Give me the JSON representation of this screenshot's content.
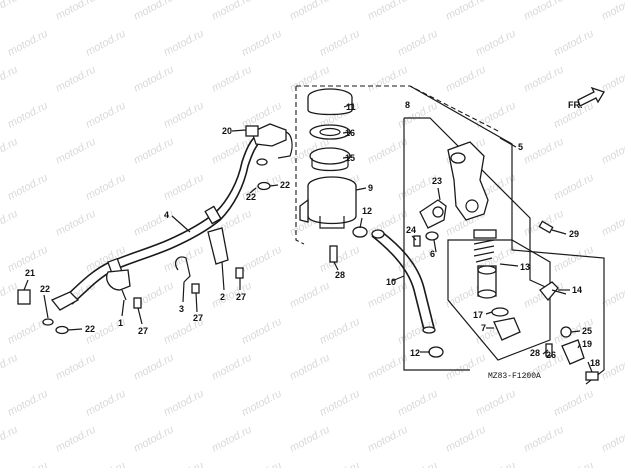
{
  "watermark": "motod.ru",
  "diagram_code": "MZ83-F1200A",
  "direction_label": "FR.",
  "callouts": [
    {
      "id": "c1",
      "text": "1"
    },
    {
      "id": "c2",
      "text": "2"
    },
    {
      "id": "c3",
      "text": "3"
    },
    {
      "id": "c4",
      "text": "4"
    },
    {
      "id": "c5",
      "text": "5"
    },
    {
      "id": "c6",
      "text": "6"
    },
    {
      "id": "c7",
      "text": "7"
    },
    {
      "id": "c8",
      "text": "8"
    },
    {
      "id": "c9",
      "text": "9"
    },
    {
      "id": "c10",
      "text": "10"
    },
    {
      "id": "c11",
      "text": "11"
    },
    {
      "id": "c12a",
      "text": "12"
    },
    {
      "id": "c12b",
      "text": "12"
    },
    {
      "id": "c13",
      "text": "13"
    },
    {
      "id": "c14",
      "text": "14"
    },
    {
      "id": "c15",
      "text": "15"
    },
    {
      "id": "c16",
      "text": "16"
    },
    {
      "id": "c17",
      "text": "17"
    },
    {
      "id": "c18",
      "text": "18"
    },
    {
      "id": "c19",
      "text": "19"
    },
    {
      "id": "c20",
      "text": "20"
    },
    {
      "id": "c21",
      "text": "21"
    },
    {
      "id": "c22a",
      "text": "22"
    },
    {
      "id": "c22b",
      "text": "22"
    },
    {
      "id": "c22c",
      "text": "22"
    },
    {
      "id": "c22d",
      "text": "22"
    },
    {
      "id": "c23",
      "text": "23"
    },
    {
      "id": "c24",
      "text": "24"
    },
    {
      "id": "c25",
      "text": "25"
    },
    {
      "id": "c26",
      "text": "26"
    },
    {
      "id": "c27a",
      "text": "27"
    },
    {
      "id": "c27b",
      "text": "27"
    },
    {
      "id": "c27c",
      "text": "27"
    },
    {
      "id": "c28a",
      "text": "28"
    },
    {
      "id": "c28b",
      "text": "28"
    },
    {
      "id": "c29",
      "text": "29"
    }
  ]
}
